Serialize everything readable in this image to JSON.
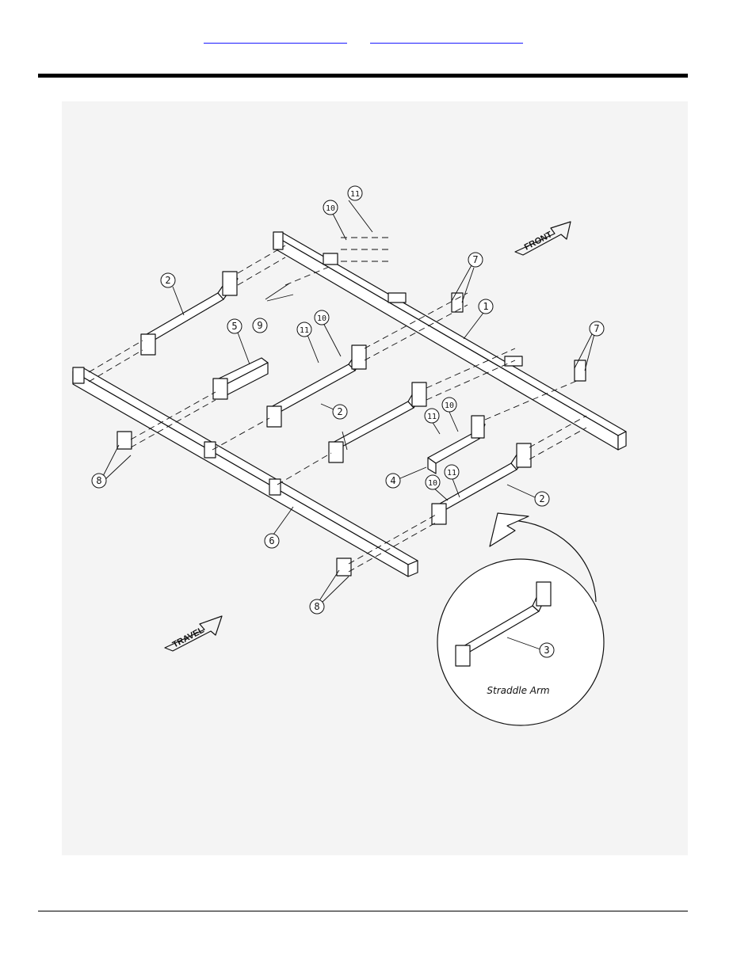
{
  "header": {
    "links": [
      "",
      ""
    ]
  },
  "drawing": {
    "arrows": {
      "front": "FRONT",
      "travel": "TRAVEL"
    },
    "callout_label": "Straddle Arm",
    "items": [
      "1",
      "2",
      "2",
      "2",
      "2",
      "3",
      "4",
      "5",
      "6",
      "7",
      "7",
      "8",
      "8",
      "9",
      "10",
      "10",
      "10",
      "10",
      "11",
      "11",
      "11",
      "11"
    ]
  }
}
